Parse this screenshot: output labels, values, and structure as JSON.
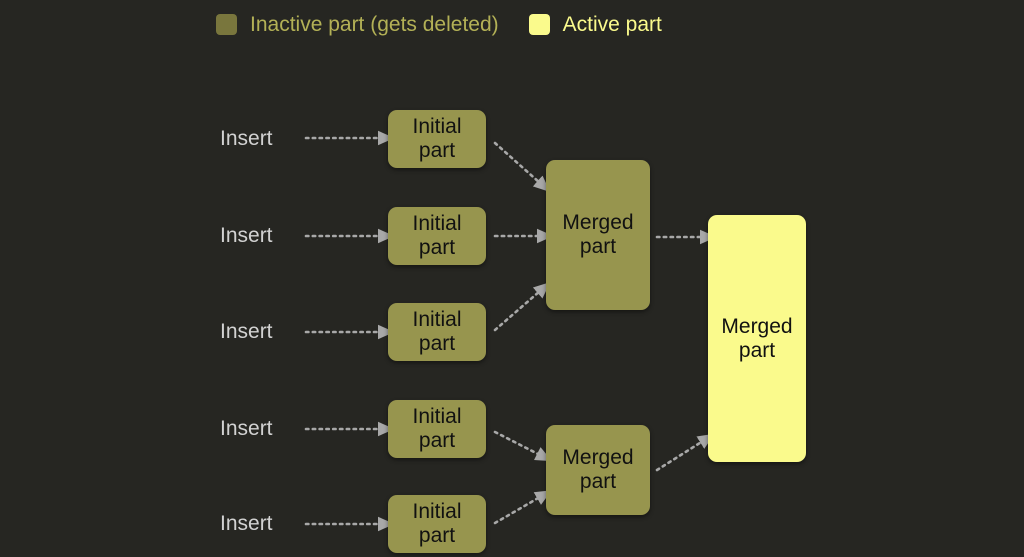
{
  "legend": {
    "inactive": {
      "label": "Inactive part (gets deleted)",
      "color": "#79763d",
      "text_color": "#b3b156",
      "icon": "square-swatch-icon"
    },
    "active": {
      "label": "Active part",
      "color": "#fafa8c",
      "text_color": "#fafa8c",
      "icon": "square-swatch-icon"
    }
  },
  "background_color": "#262622",
  "arrow_color": "#a0a0a0",
  "inserts": [
    {
      "label": "Insert"
    },
    {
      "label": "Insert"
    },
    {
      "label": "Insert"
    },
    {
      "label": "Insert"
    },
    {
      "label": "Insert"
    }
  ],
  "initial_parts": [
    {
      "line1": "Initial",
      "line2": "part",
      "state": "inactive"
    },
    {
      "line1": "Initial",
      "line2": "part",
      "state": "inactive"
    },
    {
      "line1": "Initial",
      "line2": "part",
      "state": "inactive"
    },
    {
      "line1": "Initial",
      "line2": "part",
      "state": "inactive"
    },
    {
      "line1": "Initial",
      "line2": "part",
      "state": "inactive"
    }
  ],
  "merged_parts": [
    {
      "line1": "Merged",
      "line2": "part",
      "state": "inactive"
    },
    {
      "line1": "Merged",
      "line2": "part",
      "state": "inactive"
    }
  ],
  "final_part": {
    "line1": "Merged",
    "line2": "part",
    "state": "active"
  }
}
